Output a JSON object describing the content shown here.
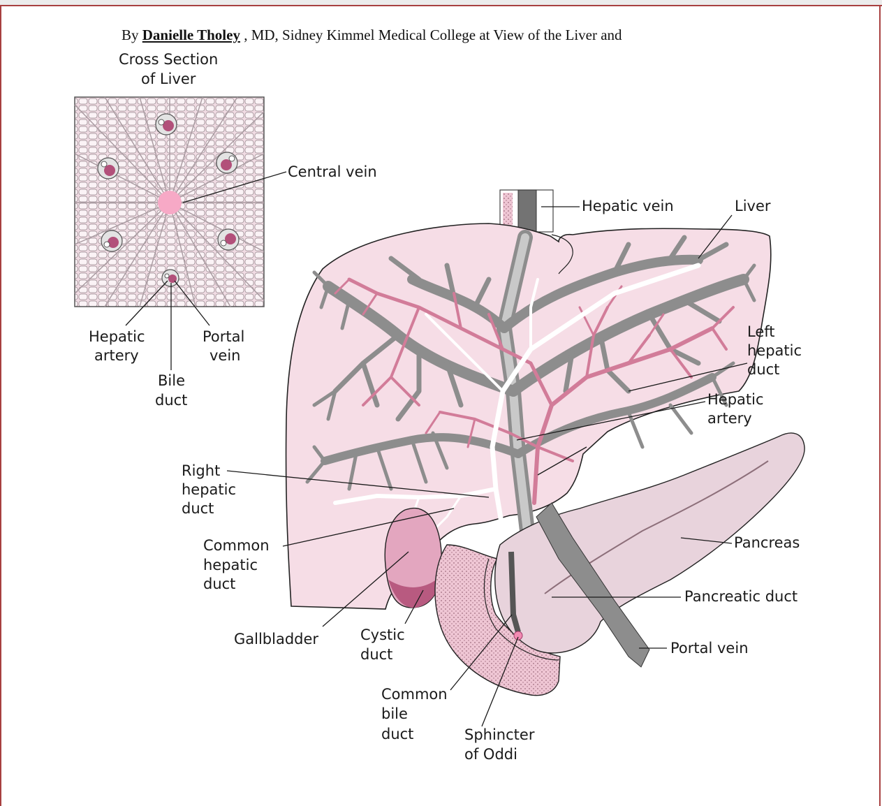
{
  "byline": {
    "prefix": "By",
    "author": "Danielle Tholey",
    "suffix": ", MD, Sidney Kimmel Medical College at View of the Liver and"
  },
  "inset": {
    "title_line1": "Cross Section",
    "title_line2": "of Liver",
    "central_vein": "Central vein",
    "hepatic_artery_1": "Hepatic",
    "hepatic_artery_2": "artery",
    "portal_vein_1": "Portal",
    "portal_vein_2": "vein",
    "bile_duct_1": "Bile",
    "bile_duct_2": "duct"
  },
  "labels": {
    "hepatic_vein": "Hepatic vein",
    "liver": "Liver",
    "left_hepatic_duct_1": "Left",
    "left_hepatic_duct_2": "hepatic",
    "left_hepatic_duct_3": "duct",
    "hepatic_artery_1": "Hepatic",
    "hepatic_artery_2": "artery",
    "right_hepatic_duct_1": "Right",
    "right_hepatic_duct_2": "hepatic",
    "right_hepatic_duct_3": "duct",
    "common_hepatic_duct_1": "Common",
    "common_hepatic_duct_2": "hepatic",
    "common_hepatic_duct_3": "duct",
    "pancreas": "Pancreas",
    "pancreatic_duct": "Pancreatic duct",
    "gallbladder": "Gallbladder",
    "cystic_duct_1": "Cystic",
    "cystic_duct_2": "duct",
    "portal_vein": "Portal vein",
    "common_bile_duct_1": "Common",
    "common_bile_duct_2": "bile",
    "common_bile_duct_3": "duct",
    "sphincter_1": "Sphincter",
    "sphincter_2": "of Oddi"
  },
  "colors": {
    "frame": "#a84040",
    "liver_fill": "#f6dde6",
    "vein_gray": "#8d8d8d",
    "artery_pink": "#d27c99",
    "gallbladder": "#c6698d",
    "pancreas": "#e8d3dc"
  }
}
